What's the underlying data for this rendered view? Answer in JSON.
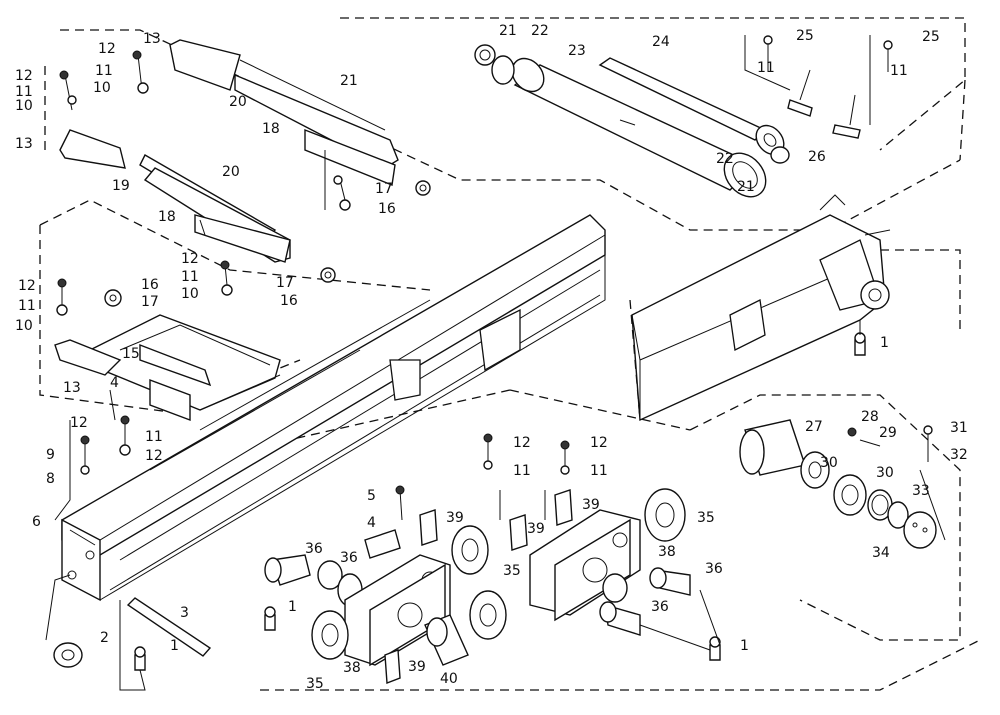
{
  "callouts": [
    {
      "n": "1"
    },
    {
      "n": "2"
    },
    {
      "n": "3"
    },
    {
      "n": "4"
    },
    {
      "n": "5"
    },
    {
      "n": "6"
    },
    {
      "n": "8"
    },
    {
      "n": "9"
    },
    {
      "n": "10"
    },
    {
      "n": "11"
    },
    {
      "n": "12"
    },
    {
      "n": "13"
    },
    {
      "n": "15"
    },
    {
      "n": "16"
    },
    {
      "n": "17"
    },
    {
      "n": "18"
    },
    {
      "n": "19"
    },
    {
      "n": "20"
    },
    {
      "n": "21"
    },
    {
      "n": "22"
    },
    {
      "n": "23"
    },
    {
      "n": "24"
    },
    {
      "n": "25"
    },
    {
      "n": "26"
    },
    {
      "n": "27"
    },
    {
      "n": "28"
    },
    {
      "n": "29"
    },
    {
      "n": "30"
    },
    {
      "n": "31"
    },
    {
      "n": "32"
    },
    {
      "n": "33"
    },
    {
      "n": "34"
    },
    {
      "n": "35"
    },
    {
      "n": "36"
    },
    {
      "n": "38"
    },
    {
      "n": "39"
    },
    {
      "n": "40"
    }
  ]
}
